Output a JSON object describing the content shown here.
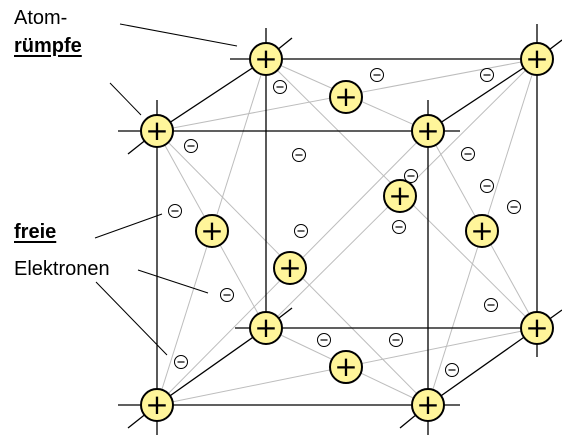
{
  "labels": {
    "atom_line1": "Atom-",
    "atom_line2": "rümpfe",
    "free_line1": "freie",
    "free_line2": "Elektronen"
  },
  "symbols": {
    "ion": "+",
    "electron": "−"
  },
  "colors": {
    "ion_fill": "#fff59a",
    "ion_stroke": "#000000",
    "edge": "#000000",
    "diagonal": "#bdbdbd",
    "text": "#000000"
  }
}
